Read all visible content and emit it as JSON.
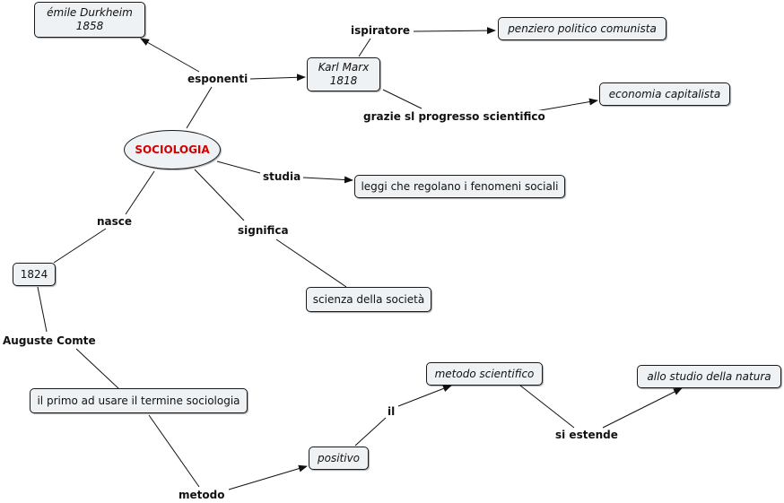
{
  "nodes": {
    "sociologia": "SOCIOLOGIA",
    "durkheim_name": "émile Durkheim",
    "durkheim_year": "1858",
    "marx_name": "Karl Marx",
    "marx_year": "1818",
    "pensiero": "penziero politico comunista",
    "economia": "economia capitalista",
    "leggi": "leggi che regolano i fenomeni sociali",
    "scienza": "scienza della società",
    "year_1824": "1824",
    "primo": "il primo ad usare il termine sociologia",
    "positivo": "positivo",
    "metodo_scientifico": "metodo scientifico",
    "natura": "allo studio della natura"
  },
  "labels": {
    "esponenti": "esponenti",
    "ispiratore": "ispiratore",
    "grazie": "grazie sl progresso scientifico",
    "studia": "studia",
    "nasce": "nasce",
    "significa": "significa",
    "comte": "Auguste Comte",
    "metodo": "metodo",
    "il": "il",
    "si_estende": "si estende"
  },
  "colors": {
    "node_fill": "#eef2f5",
    "root_text": "#d40000",
    "line": "#111111"
  }
}
